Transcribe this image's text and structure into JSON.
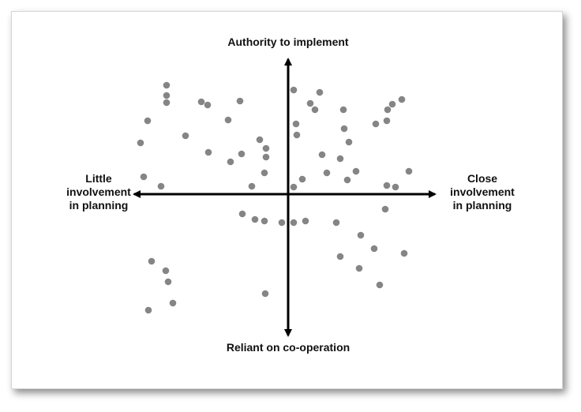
{
  "labels": {
    "top": "Authority to implement",
    "bottom": "Reliant on co-operation",
    "left": [
      "Little",
      "involvement",
      "in planning"
    ],
    "right": [
      "Close",
      "involvement",
      "in planning"
    ]
  },
  "colors": {
    "point": "#858585",
    "axis": "#000000"
  }
}
